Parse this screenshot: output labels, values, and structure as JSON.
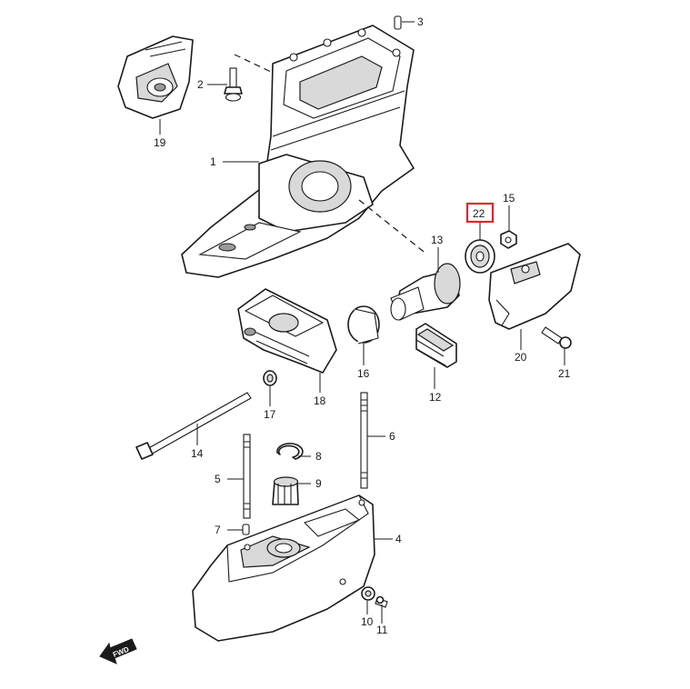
{
  "diagram": {
    "callouts": [
      {
        "id": "1",
        "label": "1"
      },
      {
        "id": "2",
        "label": "2"
      },
      {
        "id": "3",
        "label": "3"
      },
      {
        "id": "4",
        "label": "4"
      },
      {
        "id": "5",
        "label": "5"
      },
      {
        "id": "6",
        "label": "6"
      },
      {
        "id": "7",
        "label": "7"
      },
      {
        "id": "8",
        "label": "8"
      },
      {
        "id": "9",
        "label": "9"
      },
      {
        "id": "10",
        "label": "10"
      },
      {
        "id": "11",
        "label": "11"
      },
      {
        "id": "12",
        "label": "12"
      },
      {
        "id": "13",
        "label": "13"
      },
      {
        "id": "14",
        "label": "14"
      },
      {
        "id": "15",
        "label": "15"
      },
      {
        "id": "16",
        "label": "16"
      },
      {
        "id": "17",
        "label": "17"
      },
      {
        "id": "18",
        "label": "18"
      },
      {
        "id": "19",
        "label": "19"
      },
      {
        "id": "20",
        "label": "20"
      },
      {
        "id": "21",
        "label": "21"
      },
      {
        "id": "22",
        "label": "22"
      }
    ],
    "highlighted_part": "22",
    "highlight_color": "#e0242b",
    "direction_badge": {
      "label": "FWD",
      "icon": "fwd-arrow-icon"
    }
  }
}
